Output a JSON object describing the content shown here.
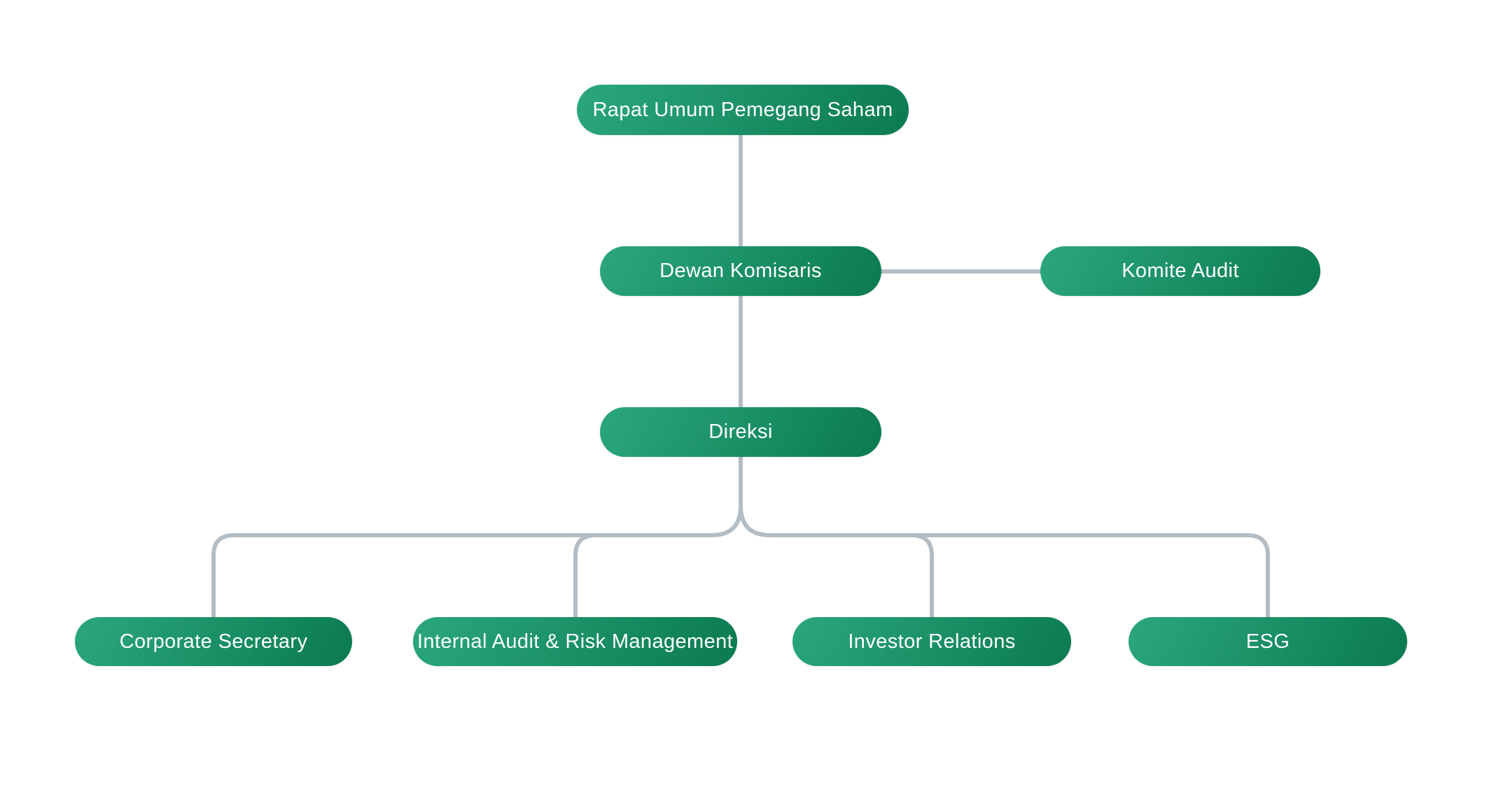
{
  "diagram": {
    "type": "org-chart",
    "language": "Indonesian",
    "colors": {
      "node_gradient_start": "#2ba77c",
      "node_gradient_end": "#0b7a50",
      "connector": "#b4bdc4",
      "text": "#ffffff",
      "background": "#ffffff"
    },
    "nodes": [
      {
        "id": "rapat-umum-pemegang-saham",
        "label": "Rapat Umum Pemegang Saham",
        "level": 1
      },
      {
        "id": "dewan-komisaris",
        "label": "Dewan Komisaris",
        "level": 2
      },
      {
        "id": "komite-audit",
        "label": "Komite Audit",
        "level": 2
      },
      {
        "id": "direksi",
        "label": "Direksi",
        "level": 3
      },
      {
        "id": "corporate-secretary",
        "label": "Corporate Secretary",
        "level": 4
      },
      {
        "id": "internal-audit-risk-management",
        "label": "Internal Audit & Risk Management",
        "level": 4
      },
      {
        "id": "investor-relations",
        "label": "Investor Relations",
        "level": 4
      },
      {
        "id": "esg",
        "label": "ESG",
        "level": 4
      }
    ],
    "edges": [
      {
        "from": "rapat-umum-pemegang-saham",
        "to": "dewan-komisaris",
        "style": "vertical"
      },
      {
        "from": "dewan-komisaris",
        "to": "komite-audit",
        "style": "horizontal"
      },
      {
        "from": "dewan-komisaris",
        "to": "direksi",
        "style": "vertical"
      },
      {
        "from": "direksi",
        "to": "corporate-secretary",
        "style": "elbow"
      },
      {
        "from": "direksi",
        "to": "internal-audit-risk-management",
        "style": "elbow"
      },
      {
        "from": "direksi",
        "to": "investor-relations",
        "style": "elbow"
      },
      {
        "from": "direksi",
        "to": "esg",
        "style": "elbow"
      }
    ]
  }
}
